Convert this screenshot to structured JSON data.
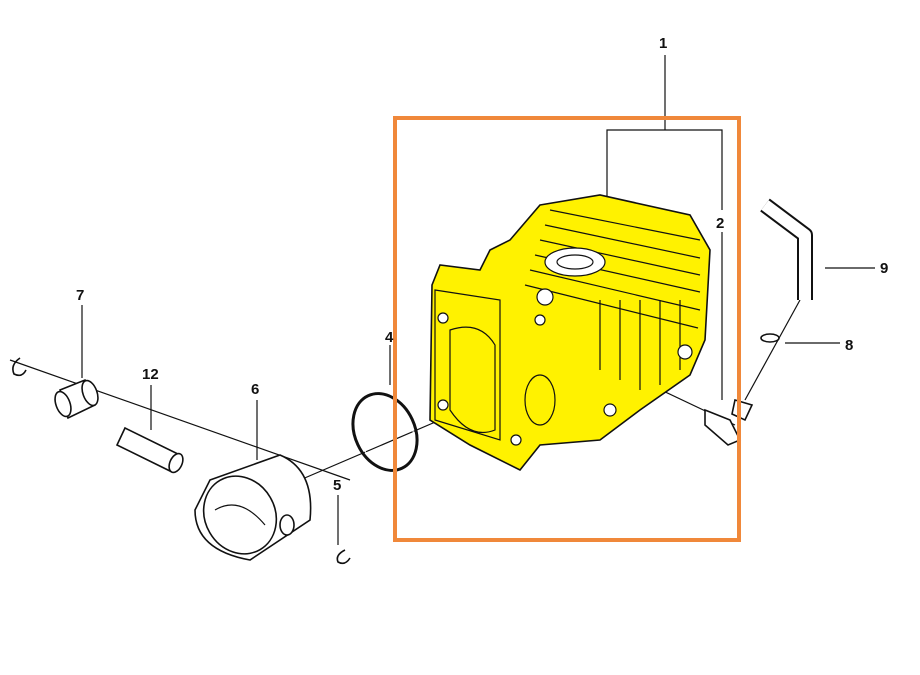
{
  "diagram": {
    "labels": {
      "p1": "1",
      "p2": "2",
      "p4": "4",
      "p5": "5",
      "p6": "6",
      "p7": "7",
      "p8": "8",
      "p9": "9",
      "p12": "12"
    },
    "highlight_color": "#F0883A",
    "cylinder_color": "#FFF200"
  }
}
